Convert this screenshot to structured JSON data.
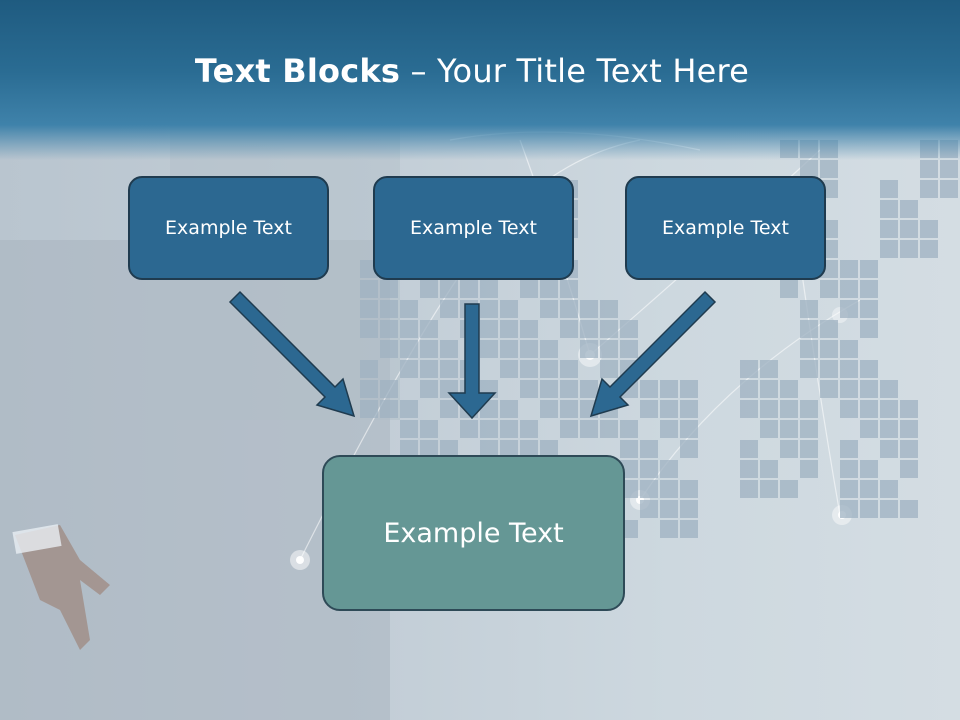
{
  "slide": {
    "title_bold": "Text Blocks",
    "title_rest": " – Your Title Text Here"
  },
  "blocks": [
    {
      "label": "Example Text"
    },
    {
      "label": "Example Text"
    },
    {
      "label": "Example Text"
    }
  ],
  "main_block": {
    "label": "Example Text"
  },
  "colors": {
    "header": "#2a6c93",
    "block_fill": "#2c6891",
    "main_fill": "#659795",
    "arrow_fill": "#2c6891"
  }
}
